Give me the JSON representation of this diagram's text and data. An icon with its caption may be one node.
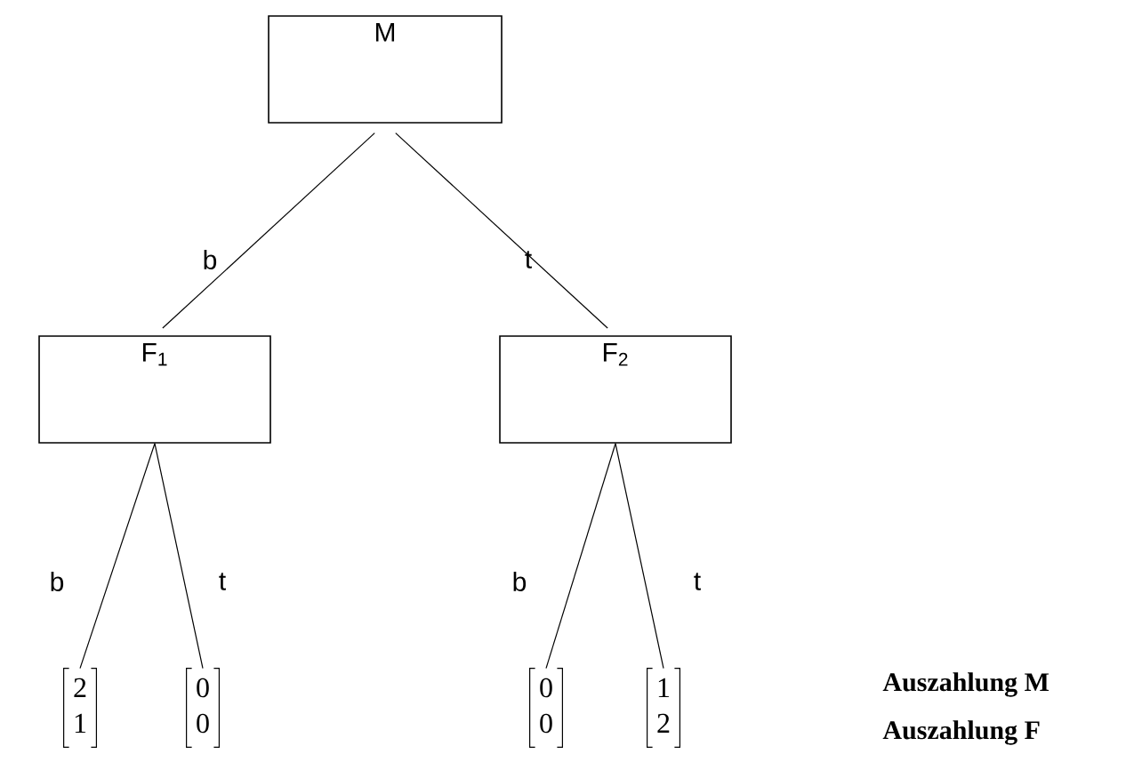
{
  "diagram": {
    "nodes": [
      {
        "text": [
          "M"
        ]
      },
      {
        "text": [
          "F$_{1}$"
        ]
      },
      {
        "text": [
          "F$_{2}$"
        ]
      },
      {
        "text": [
          "2",
          "1"
        ]
      },
      {
        "text": [
          "0",
          "0"
        ]
      },
      {
        "text": [
          "0",
          "0"
        ]
      },
      {
        "text": [
          "1",
          "2"
        ]
      }
    ],
    "edges": [
      {
        "from": 0,
        "to": 1,
        "arrow": "none",
        "label": "b"
      },
      {
        "from": 0,
        "to": 2,
        "arrow": "none",
        "label": "t"
      },
      {
        "from": 1,
        "to": 3,
        "arrow": "none",
        "label": "b"
      },
      {
        "from": 1,
        "to": 4,
        "arrow": "none",
        "label": "t"
      },
      {
        "from": 2,
        "to": 5,
        "arrow": "none",
        "label": "b"
      },
      {
        "from": 2,
        "to": 6,
        "arrow": "none",
        "label": "t"
      }
    ],
    "labels": [
      "Auszahlung M",
      "Auszahlung F"
    ]
  }
}
